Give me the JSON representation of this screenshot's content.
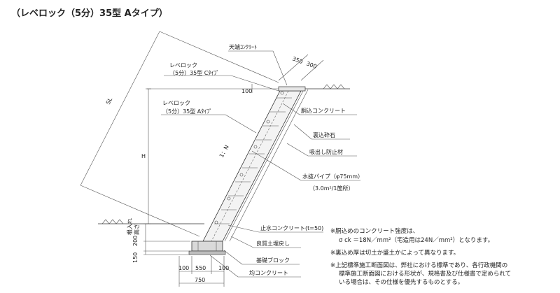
{
  "title": "（レベロック（5分）35型 Aタイプ）",
  "labels": {
    "sl": "SL",
    "tenbata": "天端ｺﾝｸﾘｰﾄ",
    "top_block_l1": "レベロック",
    "top_block_l2": "（5分）35型 Cﾀｲﾌﾟ",
    "main_block_l1": "レベロック",
    "main_block_l2": "（5分）35型 Aﾀｲﾌﾟ",
    "h": "H",
    "slope": "1：N",
    "dogome": "胴込コンクリート",
    "uragome": "裏込砕石",
    "suidashi": "吸出し防止材",
    "pipe_l1": "水抜パイプ（φ75mm）",
    "pipe_l2": "（3.0m²/1箇所）",
    "shisui": "止水コンクリート(t=50)",
    "ryoshitsu": "良質土埋戻し",
    "kiso": "基礎ブロック",
    "kin": "均コンクリート",
    "nekire": "根入れ",
    "takasa": "高さ"
  },
  "dims": {
    "d350": "350",
    "d300": "300",
    "d100_top": "100",
    "d150": "150",
    "d200": "200",
    "b100_l": "100",
    "b550": "550",
    "b100_r": "100",
    "b750": "750"
  },
  "notes": {
    "n1": "※胴込めのコンクリート強度は、",
    "n2": "σ ck ＝18N／mm²（宅造用は24N／mm²）となります。",
    "n3": "※裏込め厚は切土か盛土かによって異なります。",
    "n4": "※上記標準施工断面図は、弊社における標準であり、各行政機関の",
    "n5": "標準施工断面図における形状が、規格書及び仕様書で定められて",
    "n6": "いる場合は、その仕様を優先するものとする。"
  }
}
